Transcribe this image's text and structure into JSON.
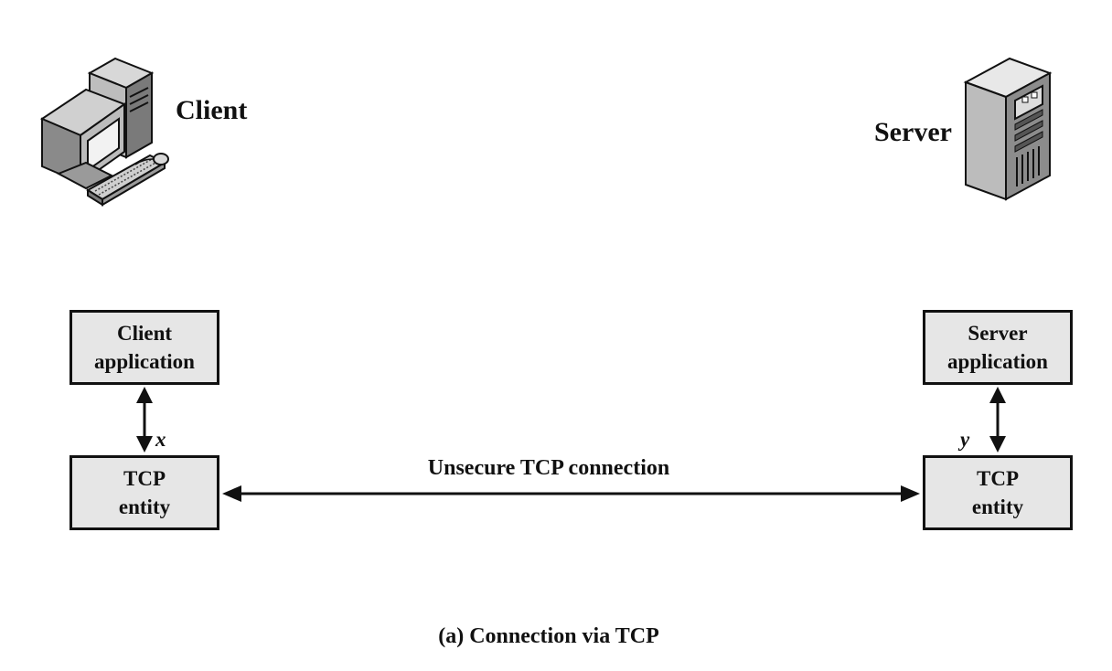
{
  "nodes": {
    "client_label": "Client",
    "server_label": "Server",
    "client_app": {
      "line1": "Client",
      "line2": "application"
    },
    "server_app": {
      "line1": "Server",
      "line2": "application"
    },
    "client_tcp": {
      "line1": "TCP",
      "line2": "entity"
    },
    "server_tcp": {
      "line1": "TCP",
      "line2": "entity"
    }
  },
  "edges": {
    "client_link": "x",
    "server_link": "y",
    "tcp_connection": "Unsecure TCP connection"
  },
  "caption": "(a) Connection via TCP",
  "icons": [
    "desktop-computer-icon",
    "server-tower-icon"
  ],
  "colors": {
    "box_fill": "#e6e6e6",
    "line": "#111111"
  }
}
